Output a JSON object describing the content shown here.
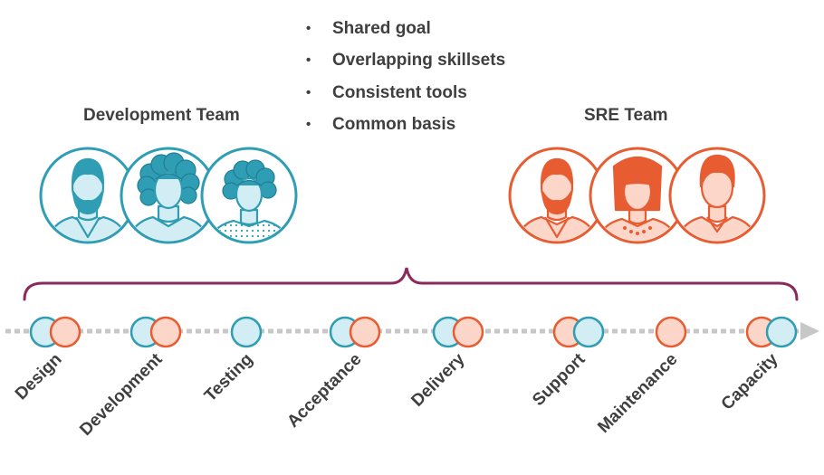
{
  "bullets": [
    "Shared goal",
    "Overlapping skillsets",
    "Consistent tools",
    "Common basis"
  ],
  "teams": {
    "dev": "Development Team",
    "sre": "SRE Team"
  },
  "colors": {
    "dev": "#2f9db4",
    "dev_fill": "#d2edf3",
    "sre": "#e85c32",
    "sre_fill": "#fbd6c9",
    "brace": "#8b2a5a",
    "arrow": "#c7c7c7",
    "text": "#3f3f3f"
  },
  "stages": [
    {
      "label": "Design",
      "markers": [
        "dev",
        "sre"
      ]
    },
    {
      "label": "Development",
      "markers": [
        "dev",
        "sre"
      ]
    },
    {
      "label": "Testing",
      "markers": [
        "dev"
      ]
    },
    {
      "label": "Acceptance",
      "markers": [
        "dev",
        "sre"
      ]
    },
    {
      "label": "Delivery",
      "markers": [
        "dev",
        "sre"
      ]
    },
    {
      "label": "Support",
      "markers": [
        "sre",
        "dev"
      ]
    },
    {
      "label": "Maintenance",
      "markers": [
        "sre"
      ]
    },
    {
      "label": "Capacity",
      "markers": [
        "sre",
        "dev"
      ]
    }
  ]
}
